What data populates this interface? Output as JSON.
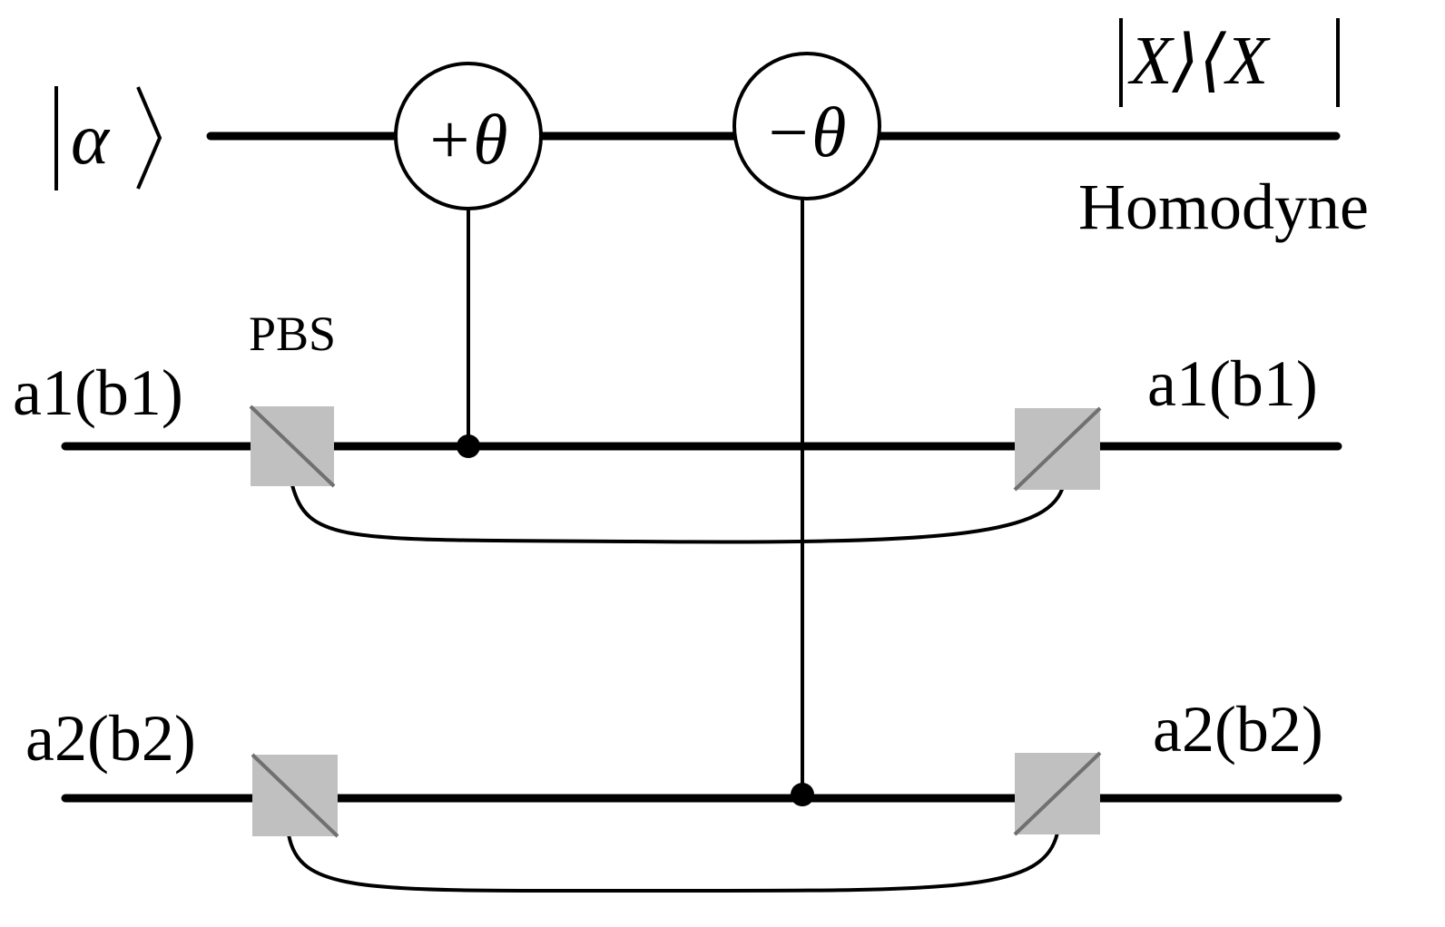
{
  "probe": {
    "input_ket": "|α⟩",
    "gate_plus_label": "+θ",
    "gate_minus_label": "−θ",
    "output_projector": "|X⟩⟨X|",
    "detector_label": "Homodyne"
  },
  "modes": {
    "upper": {
      "input_label": "a1(b1)",
      "output_label": "a1(b1)"
    },
    "lower": {
      "input_label": "a2(b2)",
      "output_label": "a2(b2)"
    }
  },
  "beam_splitter_label": "PBS",
  "colors": {
    "line": "#000000",
    "pbs_fill": "#c0c0c0",
    "pbs_diagonal": "#707070",
    "background": "#ffffff"
  }
}
